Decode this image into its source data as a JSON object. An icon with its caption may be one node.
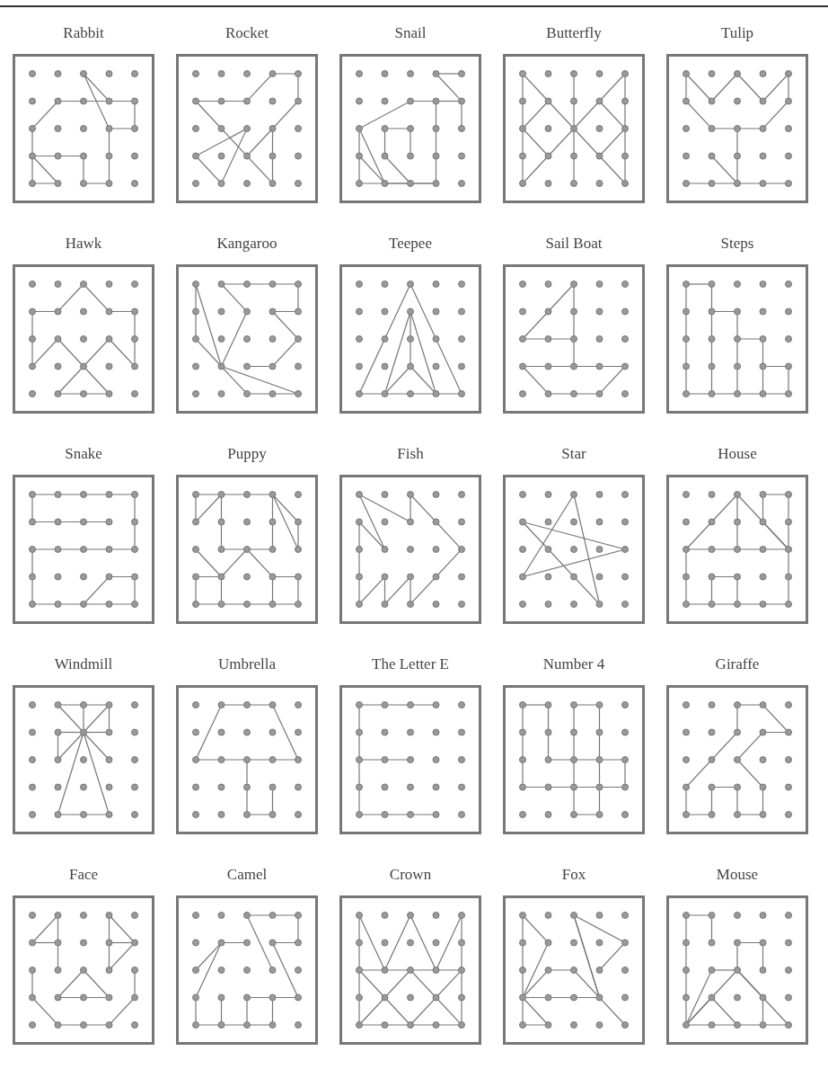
{
  "diagram": {
    "nodes": [
      {
        "text": [
          "Rabbit"
        ]
      },
      {
        "text": [
          "Rocket"
        ]
      },
      {
        "text": [
          "Snail"
        ]
      },
      {
        "text": [
          "Butterfly"
        ]
      },
      {
        "text": [
          "Tulip"
        ]
      },
      {
        "text": [
          "Hawk"
        ]
      },
      {
        "text": [
          "Kangaroo"
        ]
      },
      {
        "text": [
          "Teepee"
        ]
      },
      {
        "text": [
          "Sail Boat"
        ]
      },
      {
        "text": [
          "Steps"
        ]
      },
      {
        "text": [
          "Snake"
        ]
      },
      {
        "text": [
          "Puppy"
        ]
      },
      {
        "text": [
          "Fish"
        ]
      },
      {
        "text": [
          "Star"
        ]
      },
      {
        "text": [
          "House"
        ]
      },
      {
        "text": [
          "Windmill"
        ]
      },
      {
        "text": [
          "Umbrella"
        ]
      },
      {
        "text": [
          "The Letter E"
        ]
      },
      {
        "text": [
          "Number 4"
        ]
      },
      {
        "text": [
          "Giraffe"
        ]
      },
      {
        "text": [
          "Face"
        ]
      },
      {
        "text": [
          "Camel"
        ]
      },
      {
        "text": [
          "Crown"
        ]
      },
      {
        "text": [
          "Fox"
        ]
      },
      {
        "text": [
          "Mouse"
        ]
      }
    ]
  }
}
